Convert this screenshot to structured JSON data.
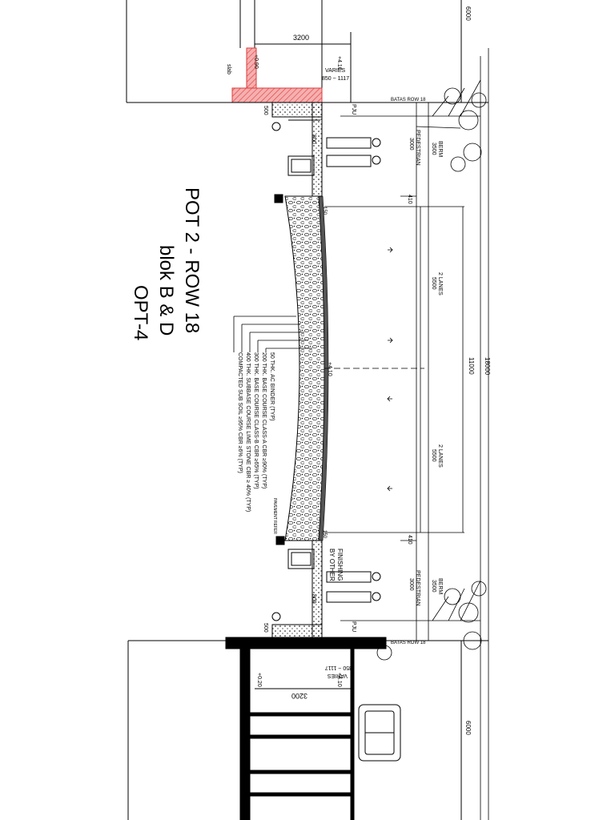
{
  "title": {
    "line1": "POT 2 - ROW 18",
    "line2": "blok B & D",
    "line3": "OPT-4"
  },
  "dimensions": {
    "overall": "18000",
    "carriageway": "11000",
    "lanes_top_label": "2 LANES",
    "lanes_top_value": "5500",
    "lanes_bottom_label": "2 LANES",
    "lanes_bottom_value": "5500",
    "pedestrian_label": "PEDESTRIAN",
    "pedestrian_value": "3000",
    "berm_label": "BERM",
    "berm_value": "3500",
    "curb_gap": "410",
    "building_setback": "6000",
    "building_width": "3200",
    "varies_label": "VARIES",
    "varies_range": "850 ~ 1117",
    "level_plus_410": "+4.10",
    "level_plus_020": "+0.20",
    "level_top_ref": "+0.90",
    "slab": "slab",
    "channel_500": "500",
    "channel_800": "800",
    "dim_150": "150",
    "dim_200": "200"
  },
  "labels": {
    "row_boundary": "BATAS ROW 18",
    "pju": "PJU",
    "finishing_line1": "FINISHING",
    "finishing_line2": "BY OTHER",
    "pavement_note": "PAVEMENT REFER"
  },
  "layers": [
    "50 THK. AC BINDER (TYP)",
    "200 THK. BASE COURSE CLASS-A CBR ≥90% (TYP)",
    "300 THK. BASE COURSE CLASS-B CBR ≥65% (TYP)",
    "400 THK. SUBBASE COURSE LIME STONE CBR ≥ 40% (TYP)",
    "COMPACTED SUB SOIL    ≥95% CBR ≥6% (TYP)"
  ],
  "colors": {
    "line": "#000000",
    "wall_hatch": "#e23a3a",
    "wall_fill": "#f4b0b0"
  }
}
